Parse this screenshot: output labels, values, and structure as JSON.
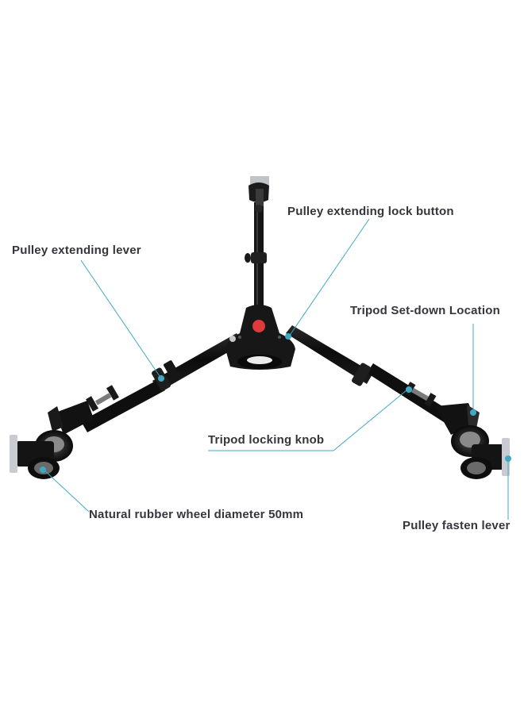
{
  "image": {
    "subject": "Tripod dolly with three folding legs and caster wheels",
    "background_color": "#ffffff",
    "accent_color": "#3fa9c4",
    "product_color": "#111111",
    "logo_button_color": "#e03a3a"
  },
  "annotations": [
    {
      "id": "pulley-extending-lever",
      "label": "Pulley extending lever"
    },
    {
      "id": "pulley-extending-lock-button",
      "label": "Pulley extending lock button"
    },
    {
      "id": "tripod-set-down-location",
      "label": "Tripod Set-down Location"
    },
    {
      "id": "tripod-locking-knob",
      "label": "Tripod locking knob"
    },
    {
      "id": "natural-rubber-wheel",
      "label": "Natural rubber wheel diameter 50mm"
    },
    {
      "id": "pulley-fasten-lever",
      "label": "Pulley fasten lever"
    }
  ]
}
